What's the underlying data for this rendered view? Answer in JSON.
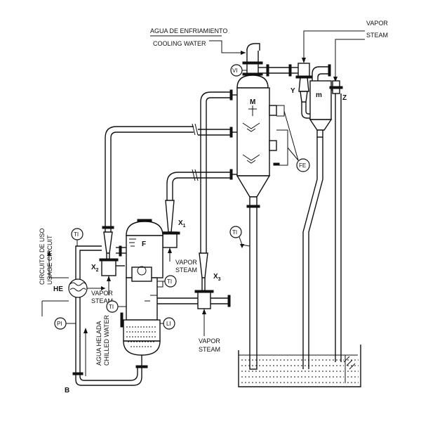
{
  "labels": {
    "cooling_es": "AGUA DE ENFRIAMIENTO",
    "cooling_en": "COOLING WATER",
    "vapor_top": "VAPOR",
    "steam_top": "STEAM",
    "vi": "VI",
    "m_big": "M",
    "m_small": "m",
    "y": "Y",
    "z": "Z",
    "fe": "FE",
    "x1": "X",
    "x1_sub": "1",
    "x2": "X",
    "x2_sub": "2",
    "x3": "X",
    "x3_sub": "3",
    "f": "F",
    "ti": "TI",
    "li": "LI",
    "pi": "PI",
    "he": "HE",
    "b": "B",
    "vapor": "VAPOR",
    "steam": "STEAM",
    "usage_es": "CIRCUITO DE USO",
    "usage_en": "USAGE CIRCUIT",
    "chilled_es": "AGUA HELADA",
    "chilled_en": "CHILLED WATER"
  }
}
